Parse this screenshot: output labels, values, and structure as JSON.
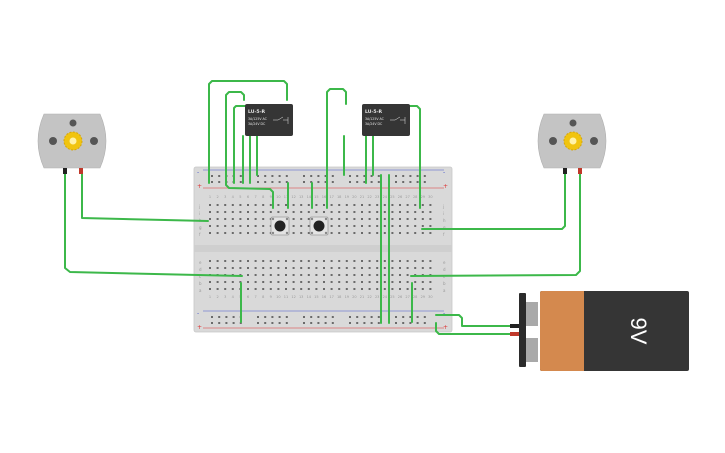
{
  "relays": [
    {
      "model": "LU-5-R",
      "line1": "3A/125V AC",
      "line2": "3A/24V DC"
    },
    {
      "model": "LU-5-R",
      "line1": "3A/125V AC",
      "line2": "3A/24V DC"
    }
  ],
  "battery": {
    "label": "9V"
  },
  "breadboard": {
    "row_letters_top": [
      "j",
      "i",
      "h",
      "g",
      "f"
    ],
    "row_letters_bottom": [
      "e",
      "d",
      "c",
      "b",
      "a"
    ],
    "rail_plus": "+",
    "rail_minus": "-"
  },
  "colors": {
    "wire": "#3cb84a",
    "breadboard": "#d9d9d9",
    "rail_red": "#d33",
    "rail_blue": "#45c",
    "relay_body": "#353535",
    "battery_body": "#353535",
    "battery_band": "#d4894e",
    "motor_body": "#c4c4c4",
    "motor_rotor": "#f1c40f"
  }
}
